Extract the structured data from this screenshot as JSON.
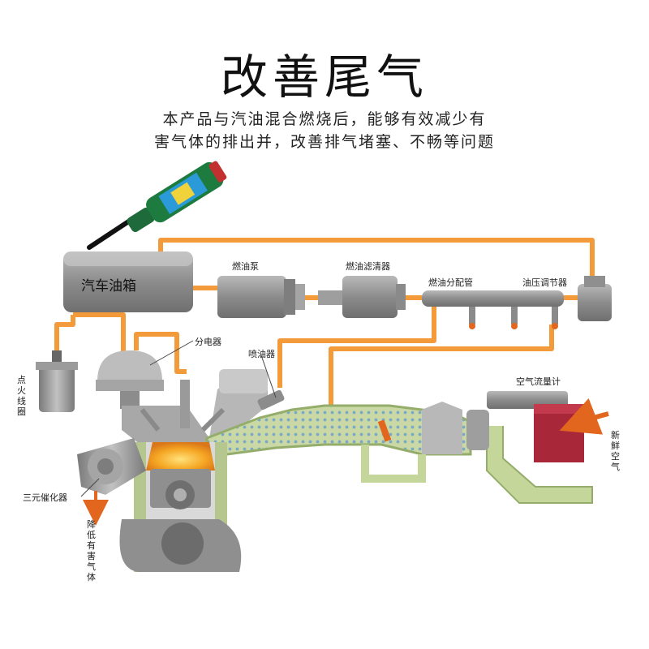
{
  "title": "改善尾气",
  "subtitle_line1": "本产品与汽油混合燃烧后，能够有效减少有",
  "subtitle_line2": "害气体的排出并，改善排气堵塞、不畅等问题",
  "labels": {
    "fuel_tank": "汽车油箱",
    "fuel_pump": "燃油泵",
    "fuel_filter": "燃油滤清器",
    "fuel_rail": "燃油分配管",
    "pressure_regulator": "油压调节器",
    "distributor": "分电器",
    "injector": "喷油器",
    "ignition_coil": "点火线圈",
    "catalytic_converter": "三元催化器",
    "airflow_meter": "空气流量计",
    "fresh_air": "新鲜空气",
    "reduce_gas": "降低有害气体"
  },
  "colors": {
    "fuel_line": "#f39a3a",
    "intake_green": "#c5d69a",
    "intake_dots": "#7aa9c8",
    "metal": "#9b9b9b",
    "combustion": "#f5a623",
    "meter_red": "#a8283a",
    "arrow": "#e2661d"
  }
}
